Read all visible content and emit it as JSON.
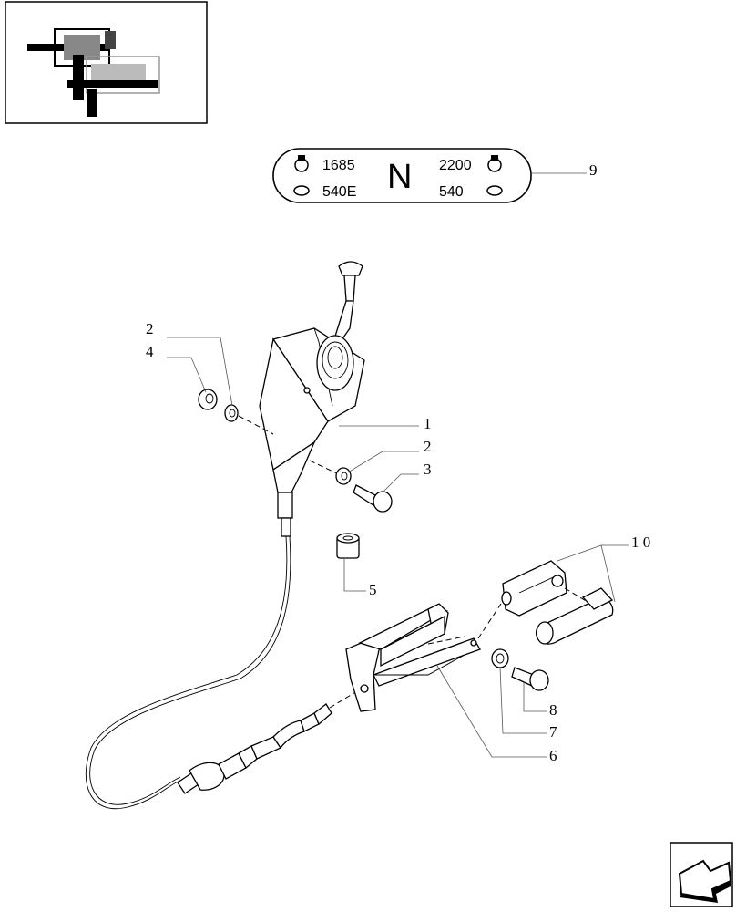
{
  "plate": {
    "speed_top_left": "1685",
    "speed_bottom_left": "540E",
    "gear": "N",
    "speed_top_right": "2200",
    "speed_bottom_right": "540"
  },
  "callouts": {
    "c9": "9",
    "c2a": "2",
    "c4": "4",
    "c1": "1",
    "c2b": "2",
    "c3": "3",
    "c10": "1 0",
    "c5": "5",
    "c8": "8",
    "c7": "7",
    "c6": "6"
  },
  "icons": {
    "thumbnail": "assembly-location-thumbnail",
    "nav": "next-page-arrow-icon",
    "pto": "pto-shaft-icon"
  }
}
